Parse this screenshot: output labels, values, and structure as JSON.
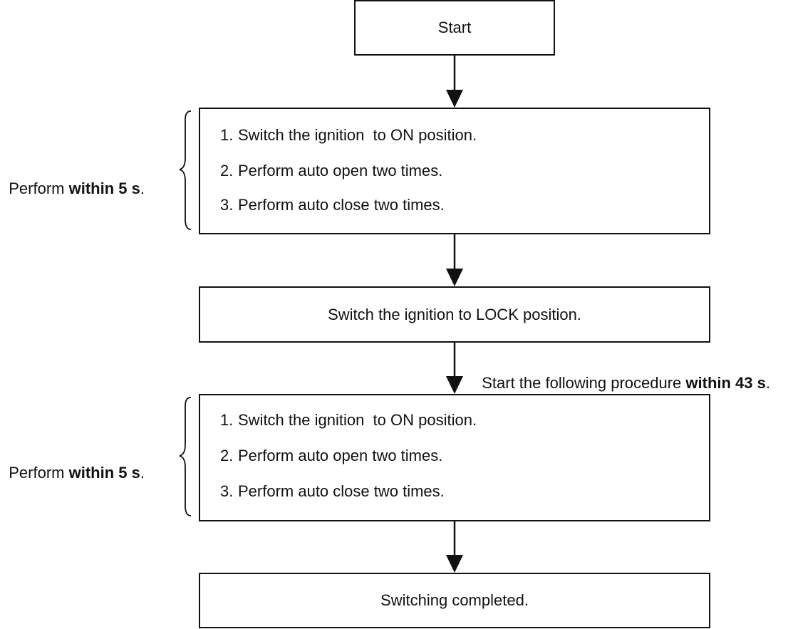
{
  "start": {
    "label": "Start"
  },
  "group1": {
    "steps": [
      {
        "num": "1.",
        "text": "Switch the ignition  to ON position."
      },
      {
        "num": "2.",
        "text": "Perform auto open two times."
      },
      {
        "num": "3.",
        "text": "Perform auto close two times."
      }
    ],
    "note": {
      "prefix": "Perform ",
      "bold": "within 5 s",
      "suffix": "."
    }
  },
  "lock": {
    "label": "Switch the ignition  to LOCK position."
  },
  "transition_note": {
    "prefix": "Start the following procedure ",
    "bold": "within 43 s",
    "suffix": "."
  },
  "group2": {
    "steps": [
      {
        "num": "1.",
        "text": "Switch the ignition  to ON position."
      },
      {
        "num": "2.",
        "text": "Perform auto open two times."
      },
      {
        "num": "3.",
        "text": "Perform auto close two times."
      }
    ],
    "note": {
      "prefix": "Perform ",
      "bold": "within 5 s",
      "suffix": "."
    }
  },
  "end": {
    "label": "Switching completed."
  }
}
